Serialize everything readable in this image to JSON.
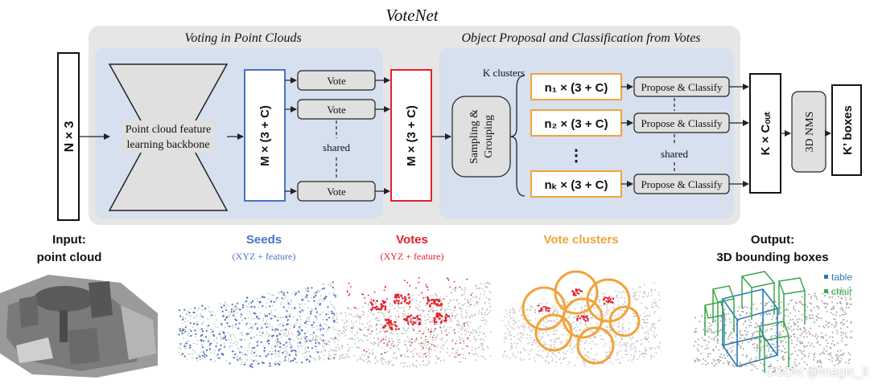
{
  "title": "VoteNet",
  "sections": {
    "voting": "Voting in Point Clouds",
    "proposal": "Object Proposal and Classification from Votes"
  },
  "blocks": {
    "input": "N × 3",
    "backbone_line1": "Point cloud feature",
    "backbone_line2": "learning backbone",
    "seeds_tensor": "M × (3 + C)",
    "vote": "Vote",
    "shared": "shared",
    "votes_tensor": "M × (3 + C)",
    "k_clusters": "K clusters",
    "sampling_line1": "Sampling &",
    "sampling_line2": "Grouping",
    "cluster1": "n₁ × (3 + C)",
    "cluster2": "n₂ × (3 + C)",
    "cluster_dots": "⋮",
    "clusterK": "nₖ × (3 + C)",
    "propose": "Propose & Classify",
    "k_out": "K × Cₒᵤₜ",
    "nms": "3D NMS",
    "boxes": "K’ boxes"
  },
  "panels": {
    "input_title1": "Input:",
    "input_title2": "point cloud",
    "seeds_title": "Seeds",
    "seeds_sub": "(XYZ + feature)",
    "votes_title": "Votes",
    "votes_sub": "(XYZ + feature)",
    "clusters_title": "Vote clusters",
    "output_title1": "Output:",
    "output_title2": "3D bounding boxes",
    "legend_table": "table",
    "legend_chair": "chair"
  },
  "watermark": "CSDN @magic_ll",
  "colors": {
    "outer_bg": "#e6e6e6",
    "inner_bg": "#d6e0ef",
    "block_fill": "#e0e0e0",
    "seeds": "#4a72c4",
    "votes": "#e5202a",
    "clusters": "#f2a33a",
    "table": "#2a7ab8",
    "chair": "#3aa64a"
  }
}
